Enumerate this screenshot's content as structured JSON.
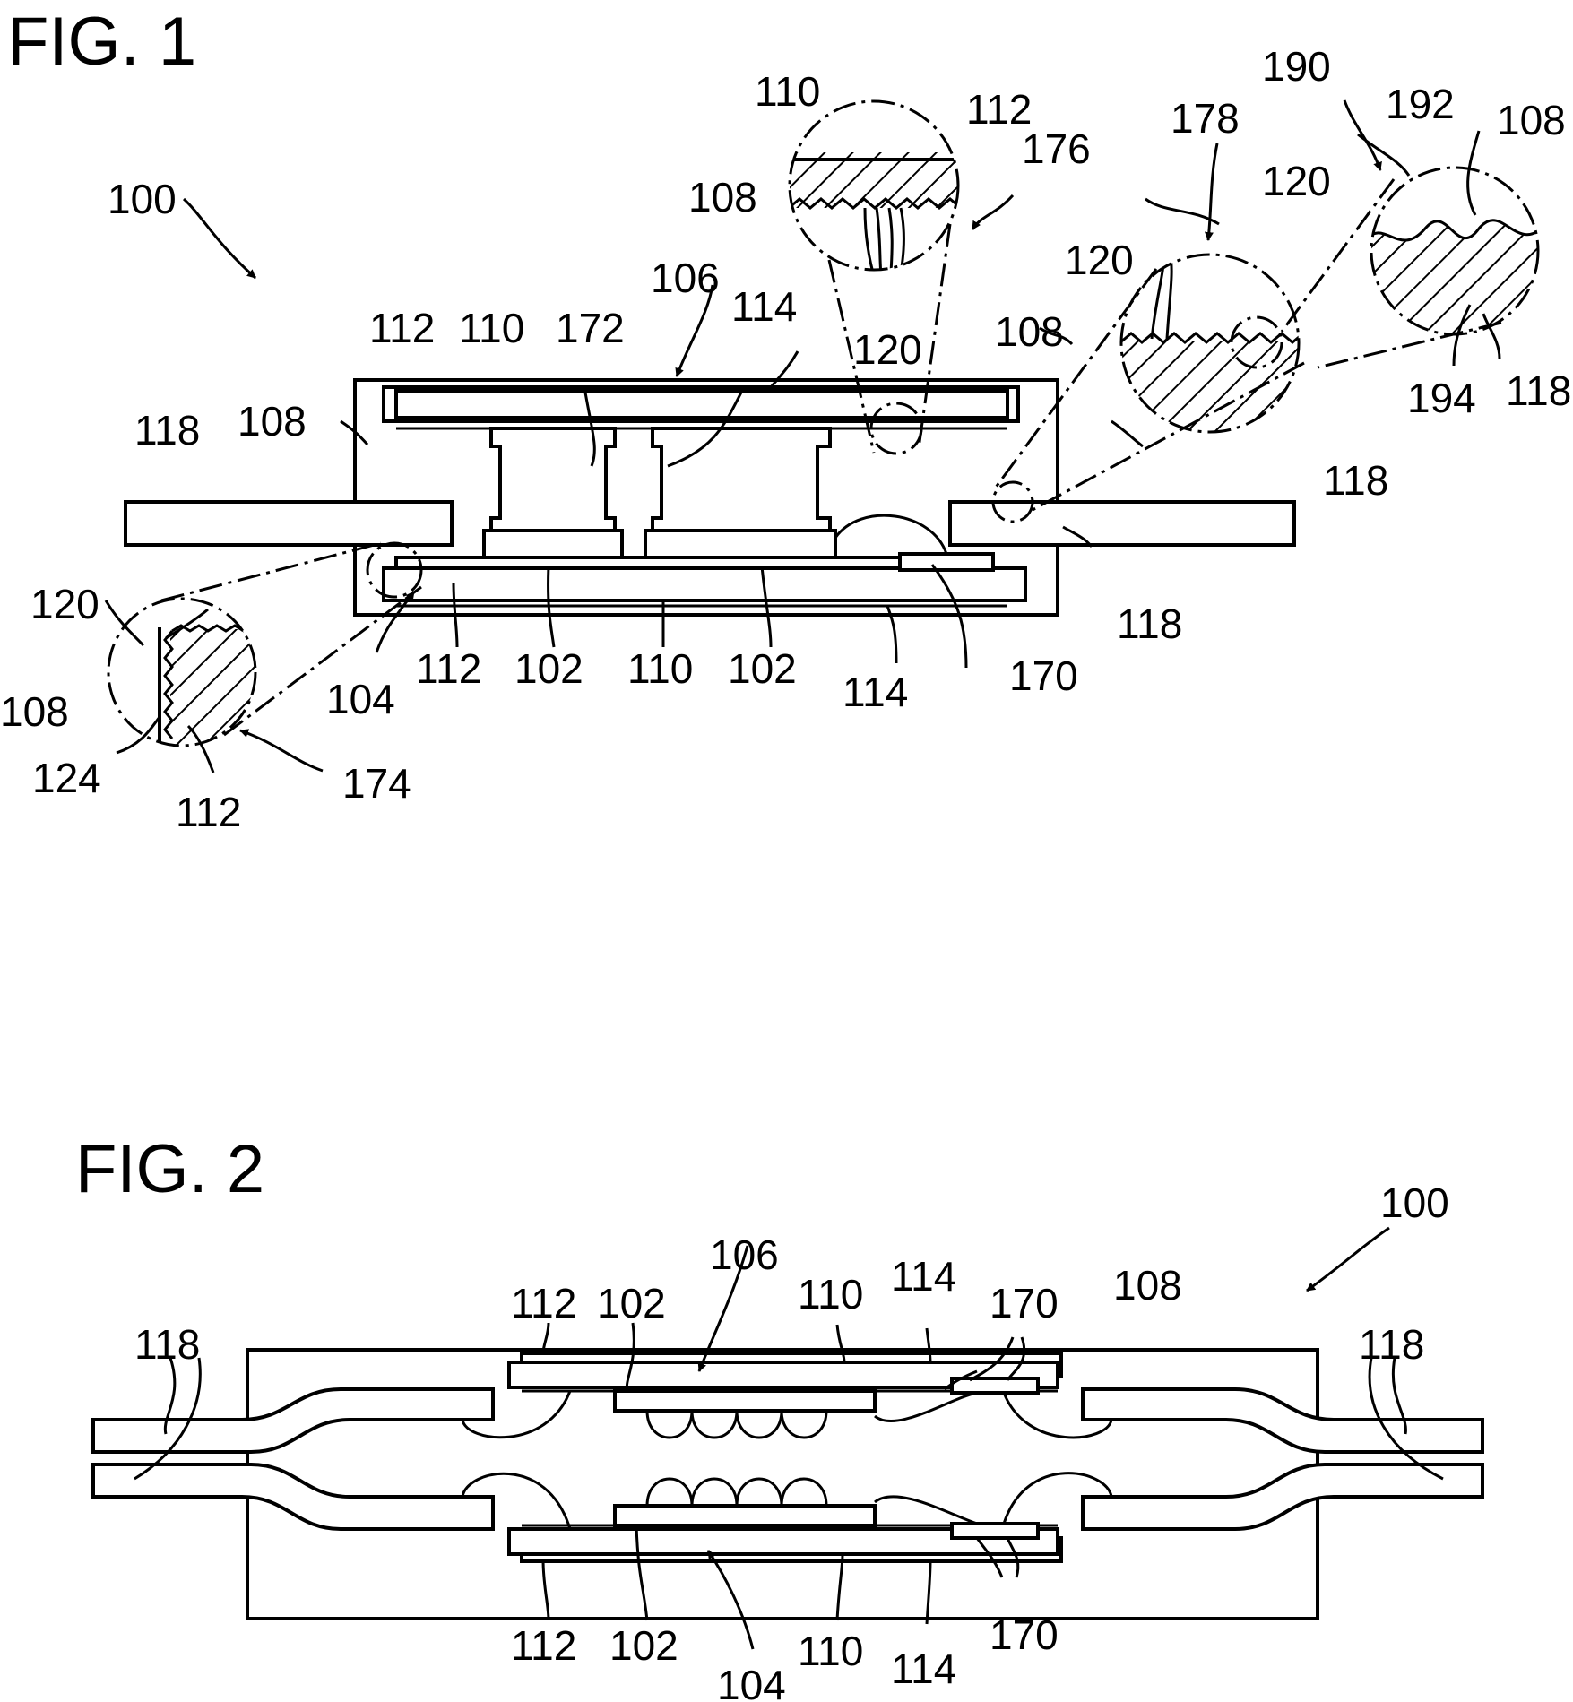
{
  "figures": [
    {
      "title": "FIG. 1"
    },
    {
      "title": "FIG. 2"
    }
  ],
  "labels": {
    "fig1": {
      "n100": "100",
      "n118_left": "118",
      "n108_left": "108",
      "n112_top": "112",
      "n110_top": "110",
      "n172": "172",
      "n106": "106",
      "n114_top": "114",
      "n110_det": "110",
      "n112_det": "112",
      "n108_det": "108",
      "n176": "176",
      "n120_det": "120",
      "n178": "178",
      "n120_mid": "120",
      "n108_mid": "108",
      "n118_mid": "118",
      "n190": "190",
      "n192": "192",
      "n108_right": "108",
      "n120_right": "120",
      "n194": "194",
      "n118_right": "118",
      "n118_lower_right": "118",
      "n120_left_det": "120",
      "n108_left_det": "108",
      "n124": "124",
      "n112_left_det": "112",
      "n174": "174",
      "n104": "104",
      "n112_bot": "112",
      "n102_a": "102",
      "n110_bot": "110",
      "n102_b": "102",
      "n114_bot": "114",
      "n170": "170"
    },
    "fig2": {
      "n100": "100",
      "n118_left": "118",
      "n118_right": "118",
      "n112_top": "112",
      "n102_top": "102",
      "n106": "106",
      "n110_top": "110",
      "n114_top": "114",
      "n170_top": "170",
      "n108": "108",
      "n112_bot": "112",
      "n102_bot": "102",
      "n104": "104",
      "n110_bot": "110",
      "n114_bot": "114",
      "n170_bot": "170"
    }
  }
}
